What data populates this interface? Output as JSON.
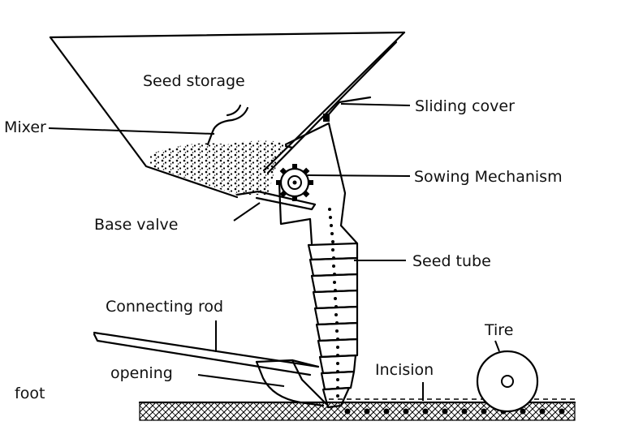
{
  "labels": {
    "seed_storage": "Seed storage",
    "mixer": "Mixer",
    "sliding_cover": "Sliding cover",
    "sowing_mechanism": "Sowing Mechanism",
    "base_valve": "Base valve",
    "seed_tube": "Seed tube",
    "connecting_rod": "Connecting rod",
    "tire": "Tire",
    "opening": "opening",
    "incision": "Incision",
    "foot": "foot"
  },
  "colors": {
    "line": "#000000",
    "background": "#ffffff"
  }
}
